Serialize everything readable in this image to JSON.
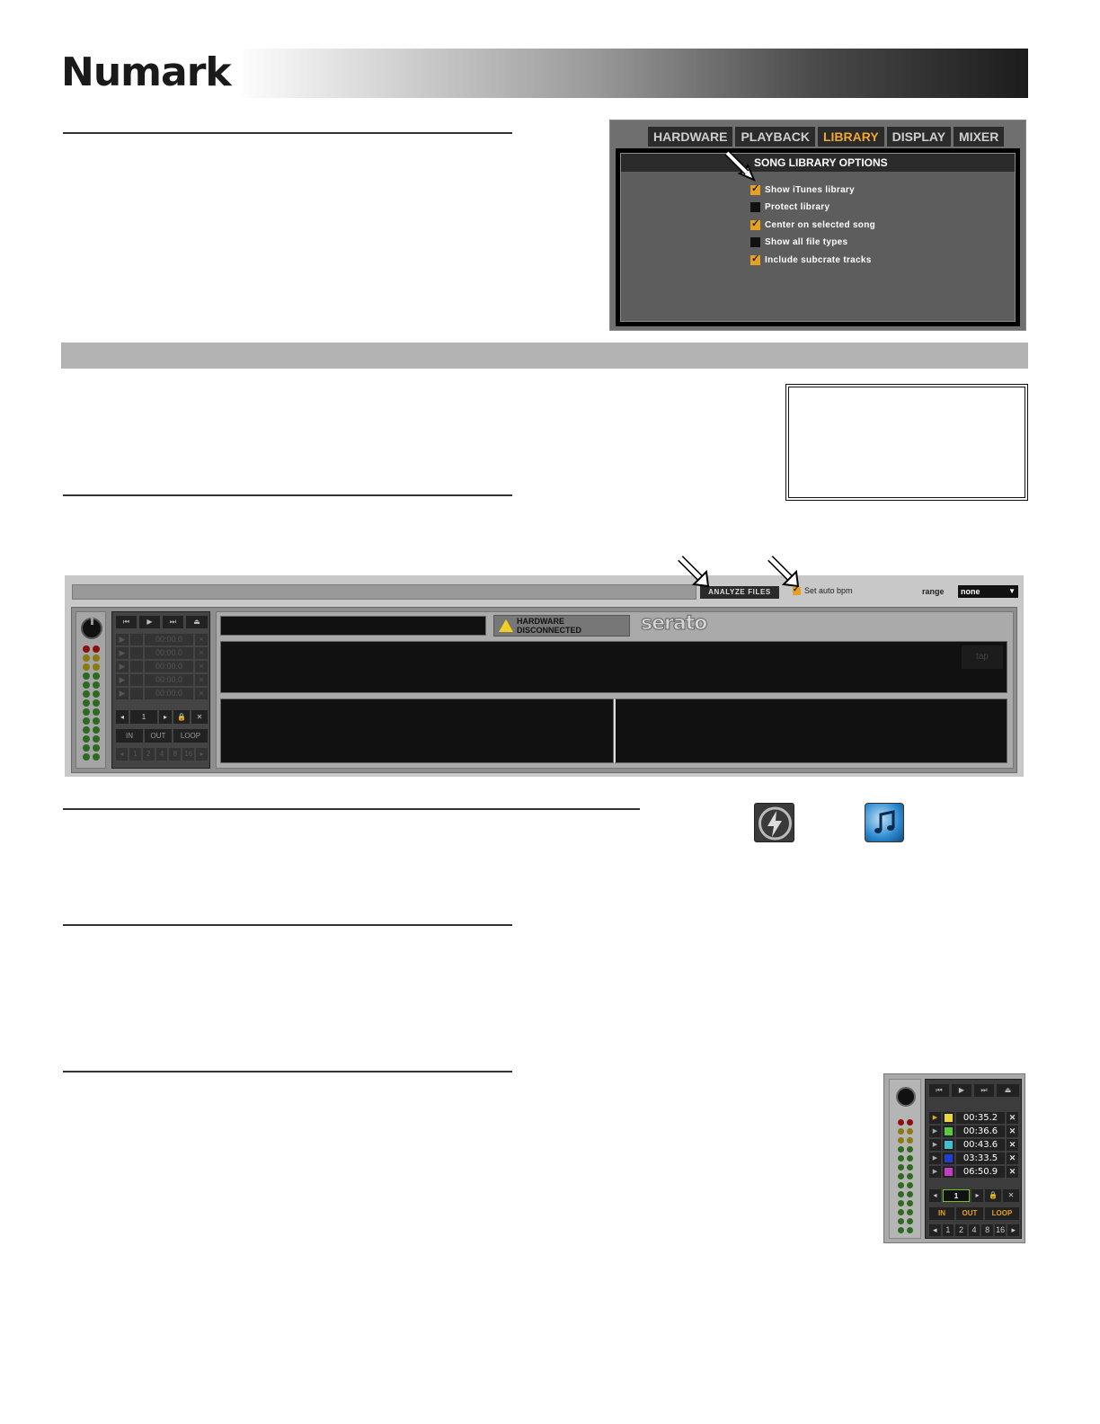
{
  "brand": {
    "logo": "Numark"
  },
  "prefs": {
    "tabs": [
      {
        "label": "HARDWARE",
        "active": false
      },
      {
        "label": "PLAYBACK",
        "active": false
      },
      {
        "label": "LIBRARY",
        "active": true
      },
      {
        "label": "DISPLAY",
        "active": false
      },
      {
        "label": "MIXER",
        "active": false
      }
    ],
    "section_title": "SONG LIBRARY OPTIONS",
    "options": [
      {
        "label": "Show iTunes library",
        "checked": true
      },
      {
        "label": "Protect library",
        "checked": false
      },
      {
        "label": "Center on selected song",
        "checked": true
      },
      {
        "label": "Show all file types",
        "checked": false
      },
      {
        "label": "Include subcrate tracks",
        "checked": true
      }
    ]
  },
  "serato": {
    "analyze_label": "ANALYZE FILES",
    "auto_bpm_label": "Set auto bpm",
    "auto_bpm_checked": true,
    "range_label": "range",
    "range_value": "none",
    "range_dropdown_glyph": "▼",
    "hw_status": "HARDWARE DISCONNECTED",
    "logo": "serato",
    "tap_label": "tap",
    "transport": [
      "⏮",
      "▶",
      "⏭",
      "⏏"
    ],
    "cue_times": [
      "00:00.0",
      "00:00.0",
      "00:00.0",
      "00:00.0",
      "00:00.0"
    ],
    "loop_number": "1",
    "lock_glyph": "🔒",
    "close_glyph": "✕",
    "in_label": "IN",
    "out_label": "OUT",
    "loop_label": "LOOP",
    "beats": [
      "◂",
      "1",
      "2",
      "4",
      "8",
      "16",
      "▸"
    ]
  },
  "cue_panel": {
    "transport": [
      "⏮",
      "▶",
      "⏭",
      "⏏"
    ],
    "cues": [
      {
        "time": "00:35.2",
        "color": "#e8d840",
        "active": true
      },
      {
        "time": "00:36.6",
        "color": "#5ac840",
        "active": false
      },
      {
        "time": "00:43.6",
        "color": "#40c0d0",
        "active": false
      },
      {
        "time": "03:33.5",
        "color": "#2040d0",
        "active": false
      },
      {
        "time": "06:50.9",
        "color": "#c040c0",
        "active": false
      }
    ],
    "loop_number": "1",
    "in_label": "IN",
    "out_label": "OUT",
    "loop_label": "LOOP",
    "beats": [
      "◂",
      "1",
      "2",
      "4",
      "8",
      "16",
      "▸"
    ],
    "close_glyph": "✕",
    "lock_glyph": "🔒"
  },
  "icons": {
    "bolt": "bolt-icon",
    "itunes": "itunes-icon"
  }
}
